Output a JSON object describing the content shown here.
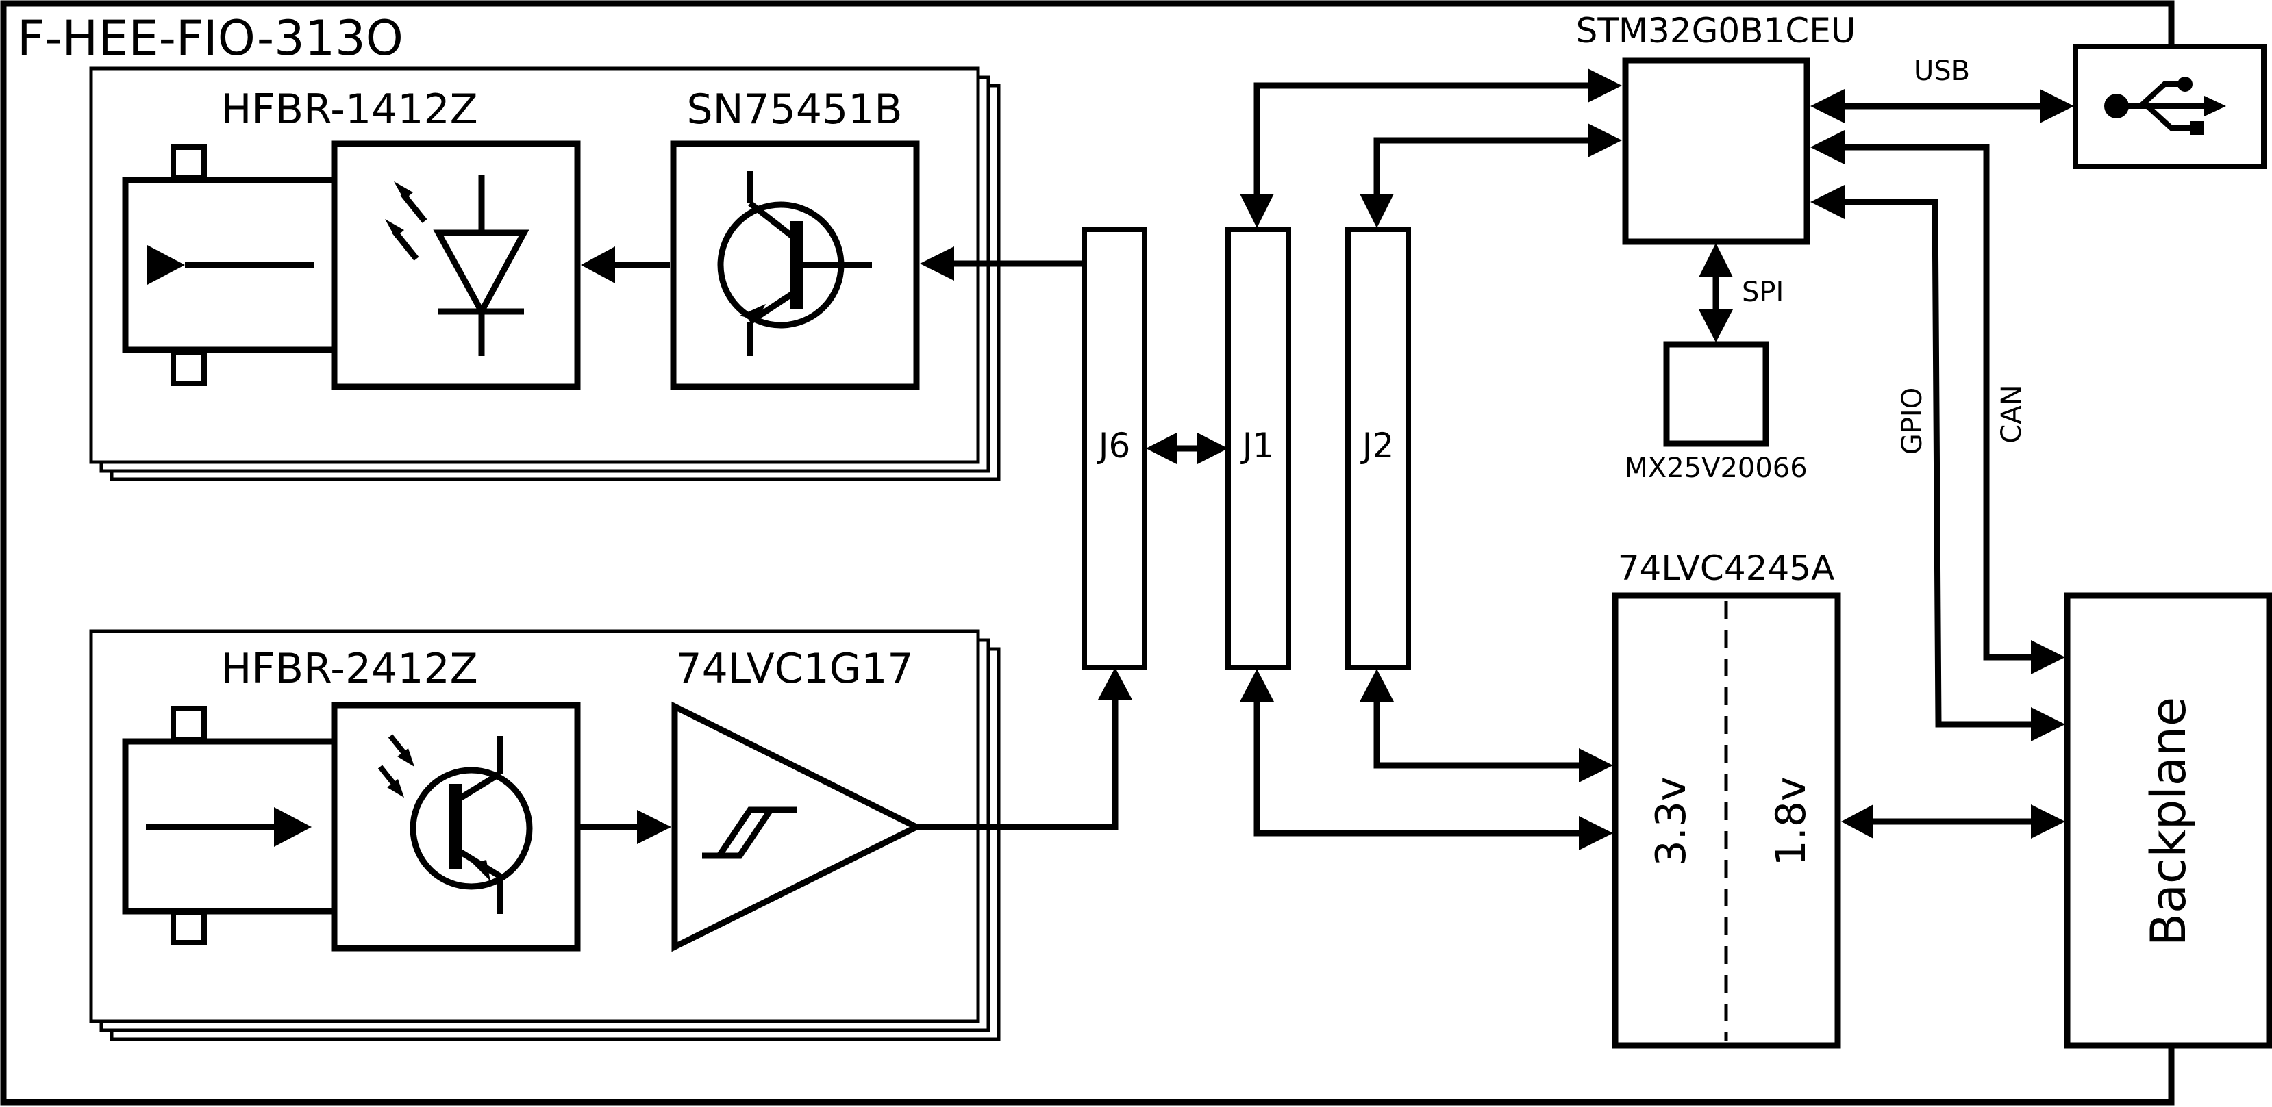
{
  "diagram": {
    "title": "F-HEE-FIO-313O",
    "tx_channel": {
      "optical_part": "HFBR-1412Z",
      "driver_part": "SN75451B"
    },
    "rx_channel": {
      "optical_part": "HFBR-2412Z",
      "buffer_part": "74LVC1G17"
    },
    "connectors": {
      "j6": "J6",
      "j1": "J1",
      "j2": "J2"
    },
    "mcu": {
      "part": "STM32G0B1CEU"
    },
    "flash": {
      "part": "MX25V20066"
    },
    "translator": {
      "part": "74LVC4245A",
      "side_a": "3.3v",
      "side_b": "1.8v"
    },
    "backplane": {
      "label": "Backplane"
    },
    "buses": {
      "usb": "USB",
      "spi": "SPI",
      "gpio": "GPIO",
      "can": "CAN"
    },
    "icons": {
      "usb_port": "usb-icon",
      "led": "led-icon",
      "transistor": "transistor-icon",
      "phototransistor": "phototransistor-icon",
      "schmitt_buffer": "schmitt-trigger-icon",
      "optical_connector": "optical-connector-icon"
    },
    "colors": {
      "stroke": "#000000",
      "background": "#ffffff"
    }
  }
}
